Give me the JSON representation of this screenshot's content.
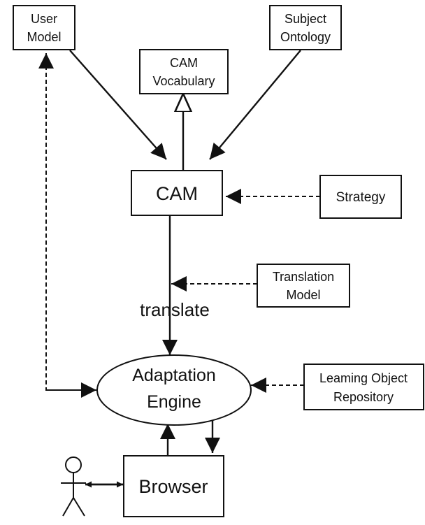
{
  "nodes": {
    "user_model": [
      "User",
      "Model"
    ],
    "subject_ontology": [
      "Subject",
      "Ontology"
    ],
    "cam_vocabulary": [
      "CAM",
      "Vocabulary"
    ],
    "cam": "CAM",
    "strategy": "Strategy",
    "translation_model": [
      "Translation",
      "Model"
    ],
    "adaptation_engine": [
      "Adaptation",
      "Engine"
    ],
    "learning_object_repository": [
      "Leaming Object",
      "Repository"
    ],
    "browser": "Browser"
  },
  "edge_labels": {
    "translate": "translate"
  },
  "icons": {
    "actor": "stick-figure-icon"
  }
}
